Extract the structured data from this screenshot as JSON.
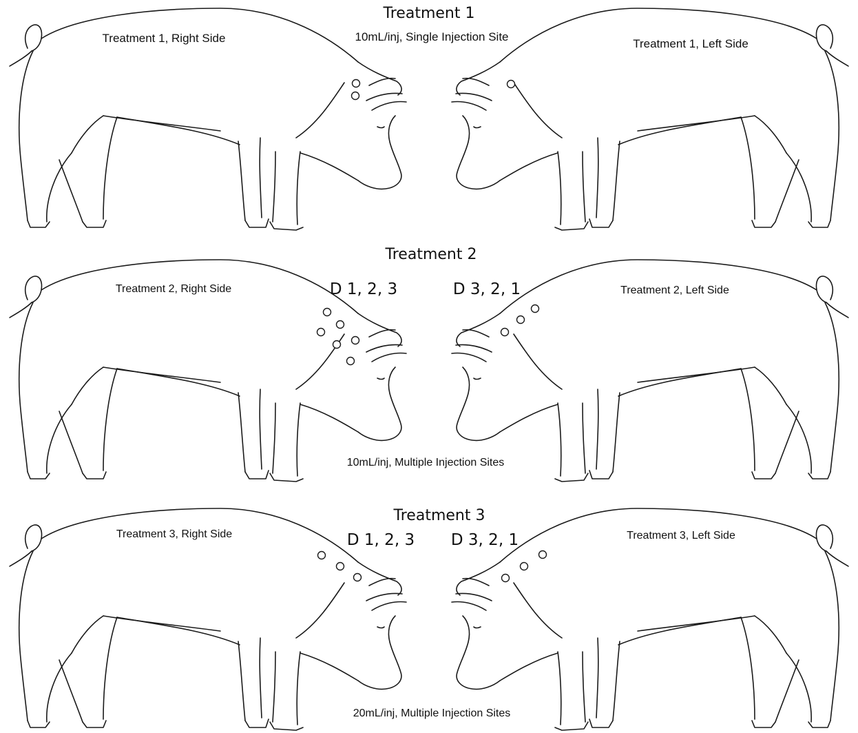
{
  "treatments": [
    {
      "title": "Treatment 1",
      "dose_note": "10mL/inj, Single Injection Site",
      "right_side_label": "Treatment 1, Right Side",
      "left_side_label": "Treatment 1, Left Side",
      "right_order_label": "",
      "left_order_label": "",
      "right_injection_sites": 2,
      "left_injection_sites": 1
    },
    {
      "title": "Treatment 2",
      "dose_note": "10mL/inj, Multiple Injection Sites",
      "right_side_label": "Treatment 2, Right Side",
      "left_side_label": "Treatment 2, Left Side",
      "right_order_label": "D 1, 2, 3",
      "left_order_label": "D 3, 2, 1",
      "right_injection_sites": 6,
      "left_injection_sites": 3
    },
    {
      "title": "Treatment 3",
      "dose_note": "20mL/inj, Multiple Injection Sites",
      "right_side_label": "Treatment 3, Right Side",
      "left_side_label": "Treatment 3, Left Side",
      "right_order_label": "D 1, 2, 3",
      "left_order_label": "D 3, 2, 1",
      "right_injection_sites": 3,
      "left_injection_sites": 3
    }
  ]
}
